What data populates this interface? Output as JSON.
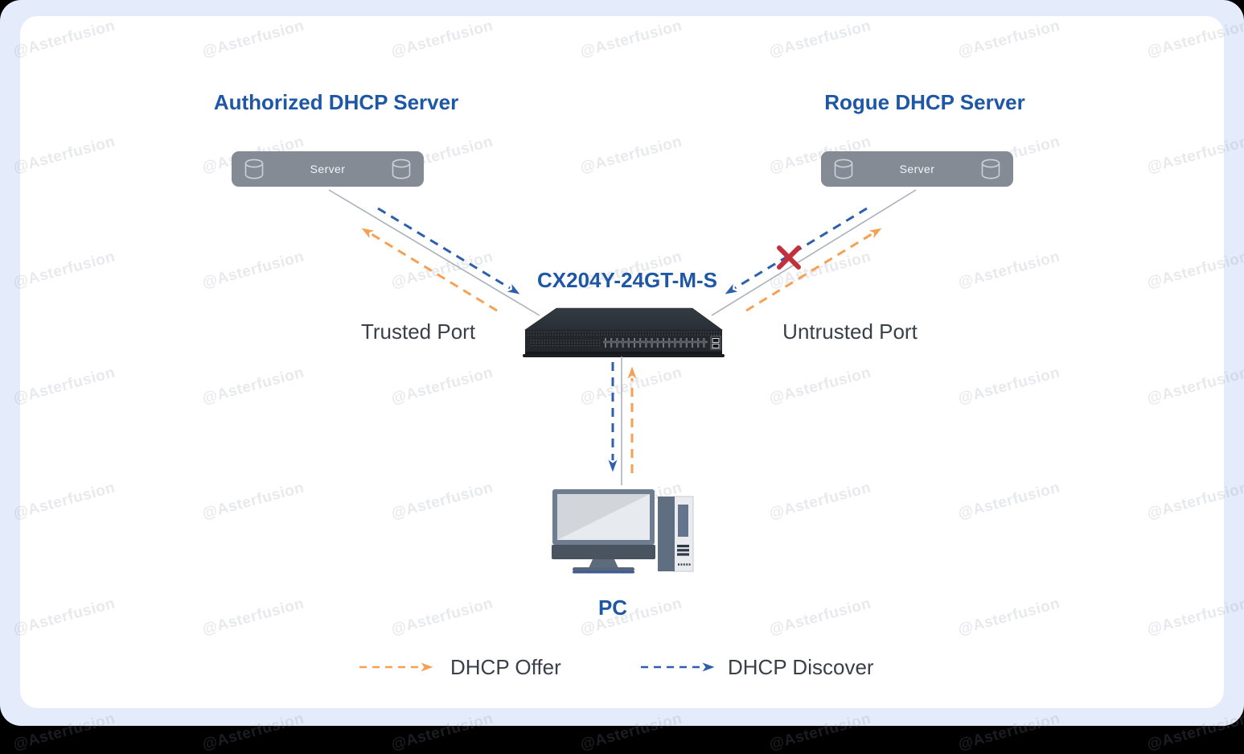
{
  "watermark": {
    "text": "@Asterfusion",
    "rows": 7,
    "cols": 7
  },
  "colors": {
    "accent-blue": "#1d57a5",
    "arrow-blue": "#2e5fae",
    "arrow-orange": "#f6a054",
    "line-gray": "#a9b2bc",
    "cross-red": "#c3303b",
    "server-gray": "#858b94",
    "frame-blue": "#e4ebfb",
    "text-dark": "#3a4049"
  },
  "nodes": {
    "authorized_server": {
      "title": "Authorized DHCP Server",
      "device_label": "Server"
    },
    "rogue_server": {
      "title": "Rogue DHCP Server",
      "device_label": "Server"
    },
    "switch": {
      "model": "CX204Y-24GT-M-S",
      "trusted_port_label": "Trusted Port",
      "untrusted_port_label": "Untrusted Port"
    },
    "pc": {
      "title": "PC"
    }
  },
  "legend": [
    {
      "label": "DHCP Offer",
      "style": "orange-dashed-arrow"
    },
    {
      "label": "DHCP Discover",
      "style": "blue-dashed-arrow"
    }
  ],
  "edges": [
    {
      "from": "authorized_server",
      "to": "switch",
      "port": "trusted",
      "flows": [
        "DHCP Discover",
        "DHCP Offer"
      ],
      "blocked": false
    },
    {
      "from": "rogue_server",
      "to": "switch",
      "port": "untrusted",
      "flows": [
        "DHCP Discover",
        "DHCP Offer"
      ],
      "blocked": true
    },
    {
      "from": "switch",
      "to": "pc",
      "flows": [
        "DHCP Discover",
        "DHCP Offer"
      ],
      "blocked": false
    }
  ]
}
